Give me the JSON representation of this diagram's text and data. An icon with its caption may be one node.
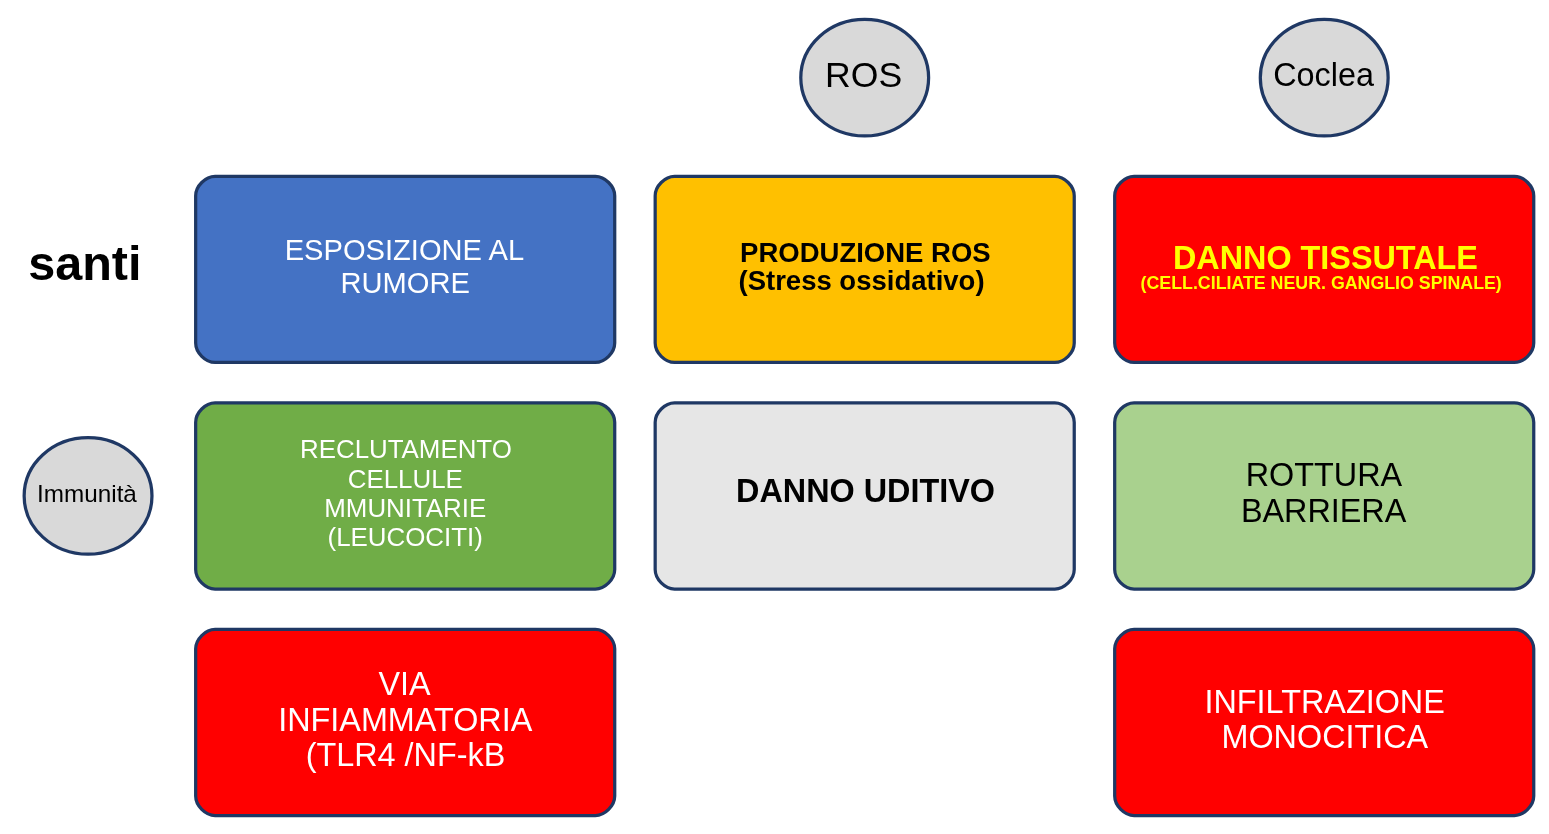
{
  "diagram": {
    "nodes": [
      {
        "text": [
          "ROS"
        ]
      },
      {
        "text": [
          "Coclea"
        ]
      },
      {
        "text": [
          "ESPOSIZIONE AL RUMORE"
        ]
      },
      {
        "text": [
          "PRODUZIONE ROS (Stress ossidativo)"
        ]
      },
      {
        "text": [
          "DANNO TISSUTALE",
          "(CELL.CILIATE NEUR. GANGLIO SPINALE)"
        ]
      },
      {
        "text": [
          "Immunità"
        ]
      },
      {
        "text": [
          "RECLUTAMENTO CELLULE MMUNITARIE (LEUCOCITI)"
        ]
      },
      {
        "text": [
          "DANNO UDITIVO"
        ]
      },
      {
        "text": [
          "ROTTURA BARRIERA"
        ]
      },
      {
        "text": [
          "VIA INFIAMMATORIA (TLR4 /NF-kB"
        ]
      },
      {
        "text": [
          "INFILTRAZIONE MONOCITICA"
        ]
      }
    ],
    "edges": [],
    "labels": [
      "santi"
    ]
  }
}
